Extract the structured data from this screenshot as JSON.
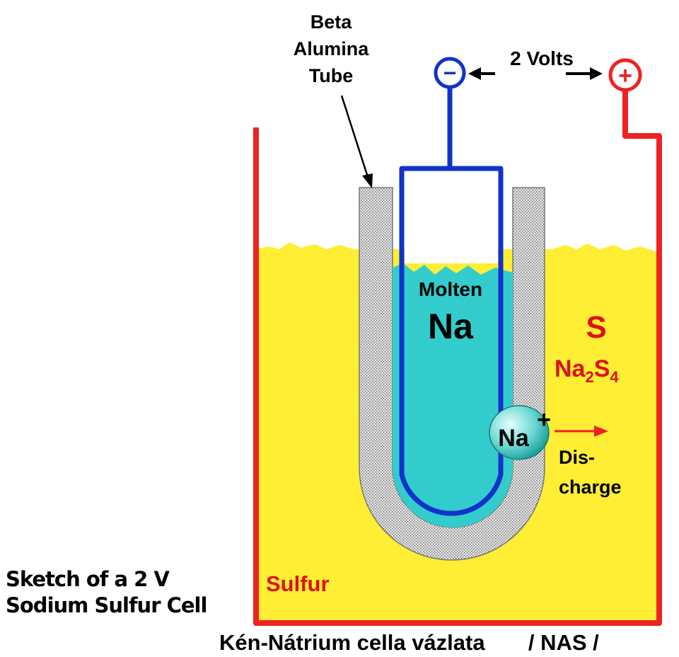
{
  "diagram": {
    "labels": {
      "beta_tube_line1": "Beta",
      "beta_tube_line2": "Alumina",
      "beta_tube_line3": "Tube",
      "voltage": "2 Volts",
      "negative_terminal": "−",
      "positive_terminal": "+",
      "molten_line1": "Molten",
      "molten_line2": "Na",
      "sulfur_symbol": "S",
      "polysulfide_main": "Na",
      "polysulfide_sub1": "2",
      "polysulfide_mid": "S",
      "polysulfide_sub2": "4",
      "ion_symbol": "Na",
      "ion_charge": "+",
      "discharge_line1": "Dis-",
      "discharge_line2": "charge",
      "sulfur_label": "Sulfur"
    },
    "caption": {
      "line1": "Sketch of a 2 V",
      "line2": "Sodium Sulfur Cell"
    },
    "footer": {
      "left": "Kén-Nátrium cella vázlata",
      "right": "/ NAS /"
    },
    "colors": {
      "sulfur_fill": "#ffee33",
      "sodium_fill": "#33cccc",
      "container_red": "#ee2222",
      "anode_blue": "#1133cc",
      "tube_fill": "#dddddd",
      "label_red": "#dd1111"
    }
  }
}
